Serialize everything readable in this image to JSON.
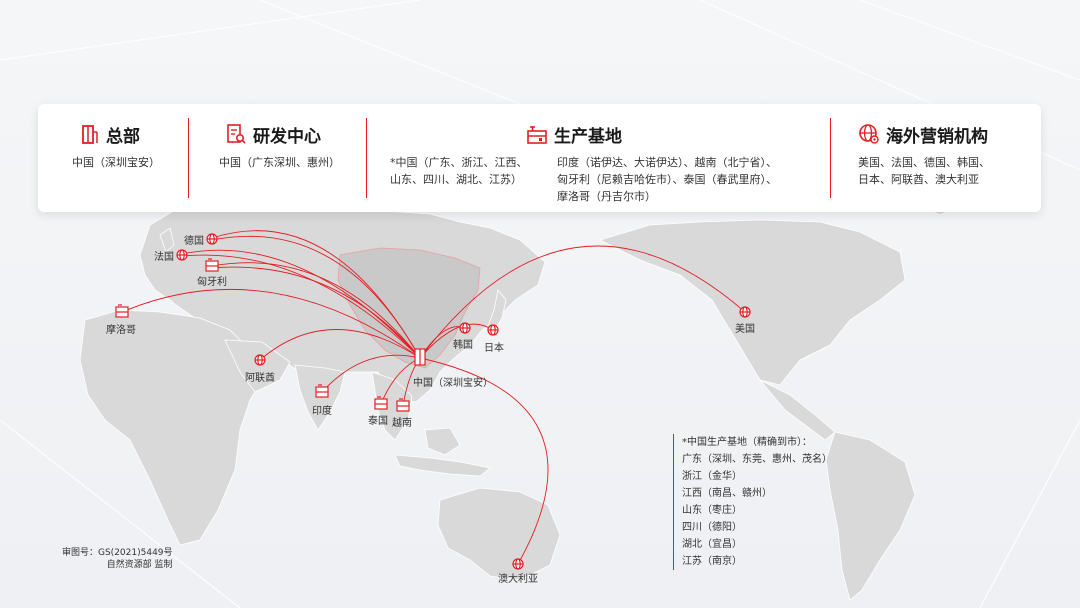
{
  "colors": {
    "accent": "#e31e24",
    "land": "#d8d8d8",
    "text": "#333333"
  },
  "header": {
    "hq": {
      "title": "总部",
      "icon": "building-icon",
      "text": "中国（深圳宝安）"
    },
    "rd": {
      "title": "研发中心",
      "icon": "research-document-icon",
      "text": "中国（广东深圳、惠州）"
    },
    "production": {
      "title": "生产基地",
      "icon": "factory-icon",
      "text_left": [
        "*中国（广东、浙江、江西、",
        "山东、四川、湖北、江苏）"
      ],
      "text_right": [
        "印度（诺伊达、大诺伊达）、越南（北宁省）、",
        "匈牙利（尼赖吉哈佐市）、泰国（春武里府）、",
        "摩洛哥（丹吉尔市）"
      ]
    },
    "marketing": {
      "title": "海外营销机构",
      "icon": "globe-icon",
      "text": [
        "美国、法国、德国、韩国、",
        "日本、阿联酋、澳大利亚"
      ]
    }
  },
  "map": {
    "locations": {
      "germany": "德国",
      "france": "法国",
      "hungary": "匈牙利",
      "morocco": "摩洛哥",
      "uae": "阿联酋",
      "india": "印度",
      "thailand": "泰国",
      "vietnam": "越南",
      "korea": "韩国",
      "japan": "日本",
      "china_hq": "中国（深圳宝安）",
      "usa": "美国",
      "australia": "澳大利亚"
    }
  },
  "legend": {
    "title": "*中国生产基地（精确到市）：",
    "items": [
      "广东（深圳、东莞、惠州、茂名）",
      "浙江（金华）",
      "江西（南昌、赣州）",
      "山东（枣庄）",
      "四川（德阳）",
      "湖北（宜昌）",
      "江苏（南京）"
    ]
  },
  "approval": {
    "line1": "审图号：GS(2021)5449号",
    "line2": "自然资源部  监制"
  }
}
